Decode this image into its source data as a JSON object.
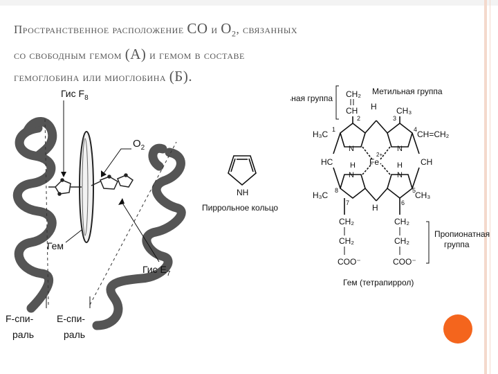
{
  "title": {
    "l1a": "Пространственное расположение ",
    "l1b": "СО",
    "l1c": " и ",
    "l1d": "О",
    "l1e": "2",
    "l1f": ", связанных",
    "l2a": "со свободным гемом ",
    "l2b": "(А)",
    "l2c": " и гемом в составе",
    "l3a": "гемоглобина или миоглобина ",
    "l3b": "(Б)."
  },
  "left_diagram": {
    "gis_f8": "Гис F",
    "gis_f8_sub": "8",
    "o2": "О",
    "o2_sub": "2",
    "gem": "Гем",
    "gis_e7": "Гис E",
    "gis_e7_sub": "7",
    "f_helix_1": "F-спи-",
    "f_helix_2": "раль",
    "e_helix_1": "E-спи-",
    "e_helix_2": "раль"
  },
  "right_diagram": {
    "vinyl": "Винильная группа",
    "methyl": "Метильная группа",
    "pyrrole": "Пиррольное кольцо",
    "propionate_1": "Пропионатная",
    "propionate_2": "группа",
    "heme_caption": "Гем (тетрапиррол)",
    "fe": "Fe",
    "fe_charge": "2+",
    "ch2": "CH₂",
    "ch": "CH",
    "ch3": "CH₃",
    "h3c": "H₃C",
    "hc": "HC",
    "h": "H",
    "n": "N",
    "nh": "NH",
    "coo": "COO⁻",
    "ch_eq_ch2": "CH=CH₂",
    "pos": [
      "1",
      "2",
      "3",
      "4",
      "5",
      "6",
      "7",
      "8"
    ]
  },
  "colors": {
    "title": "#555555",
    "accent": "#f4651d",
    "rule": "#f4d9cc"
  }
}
